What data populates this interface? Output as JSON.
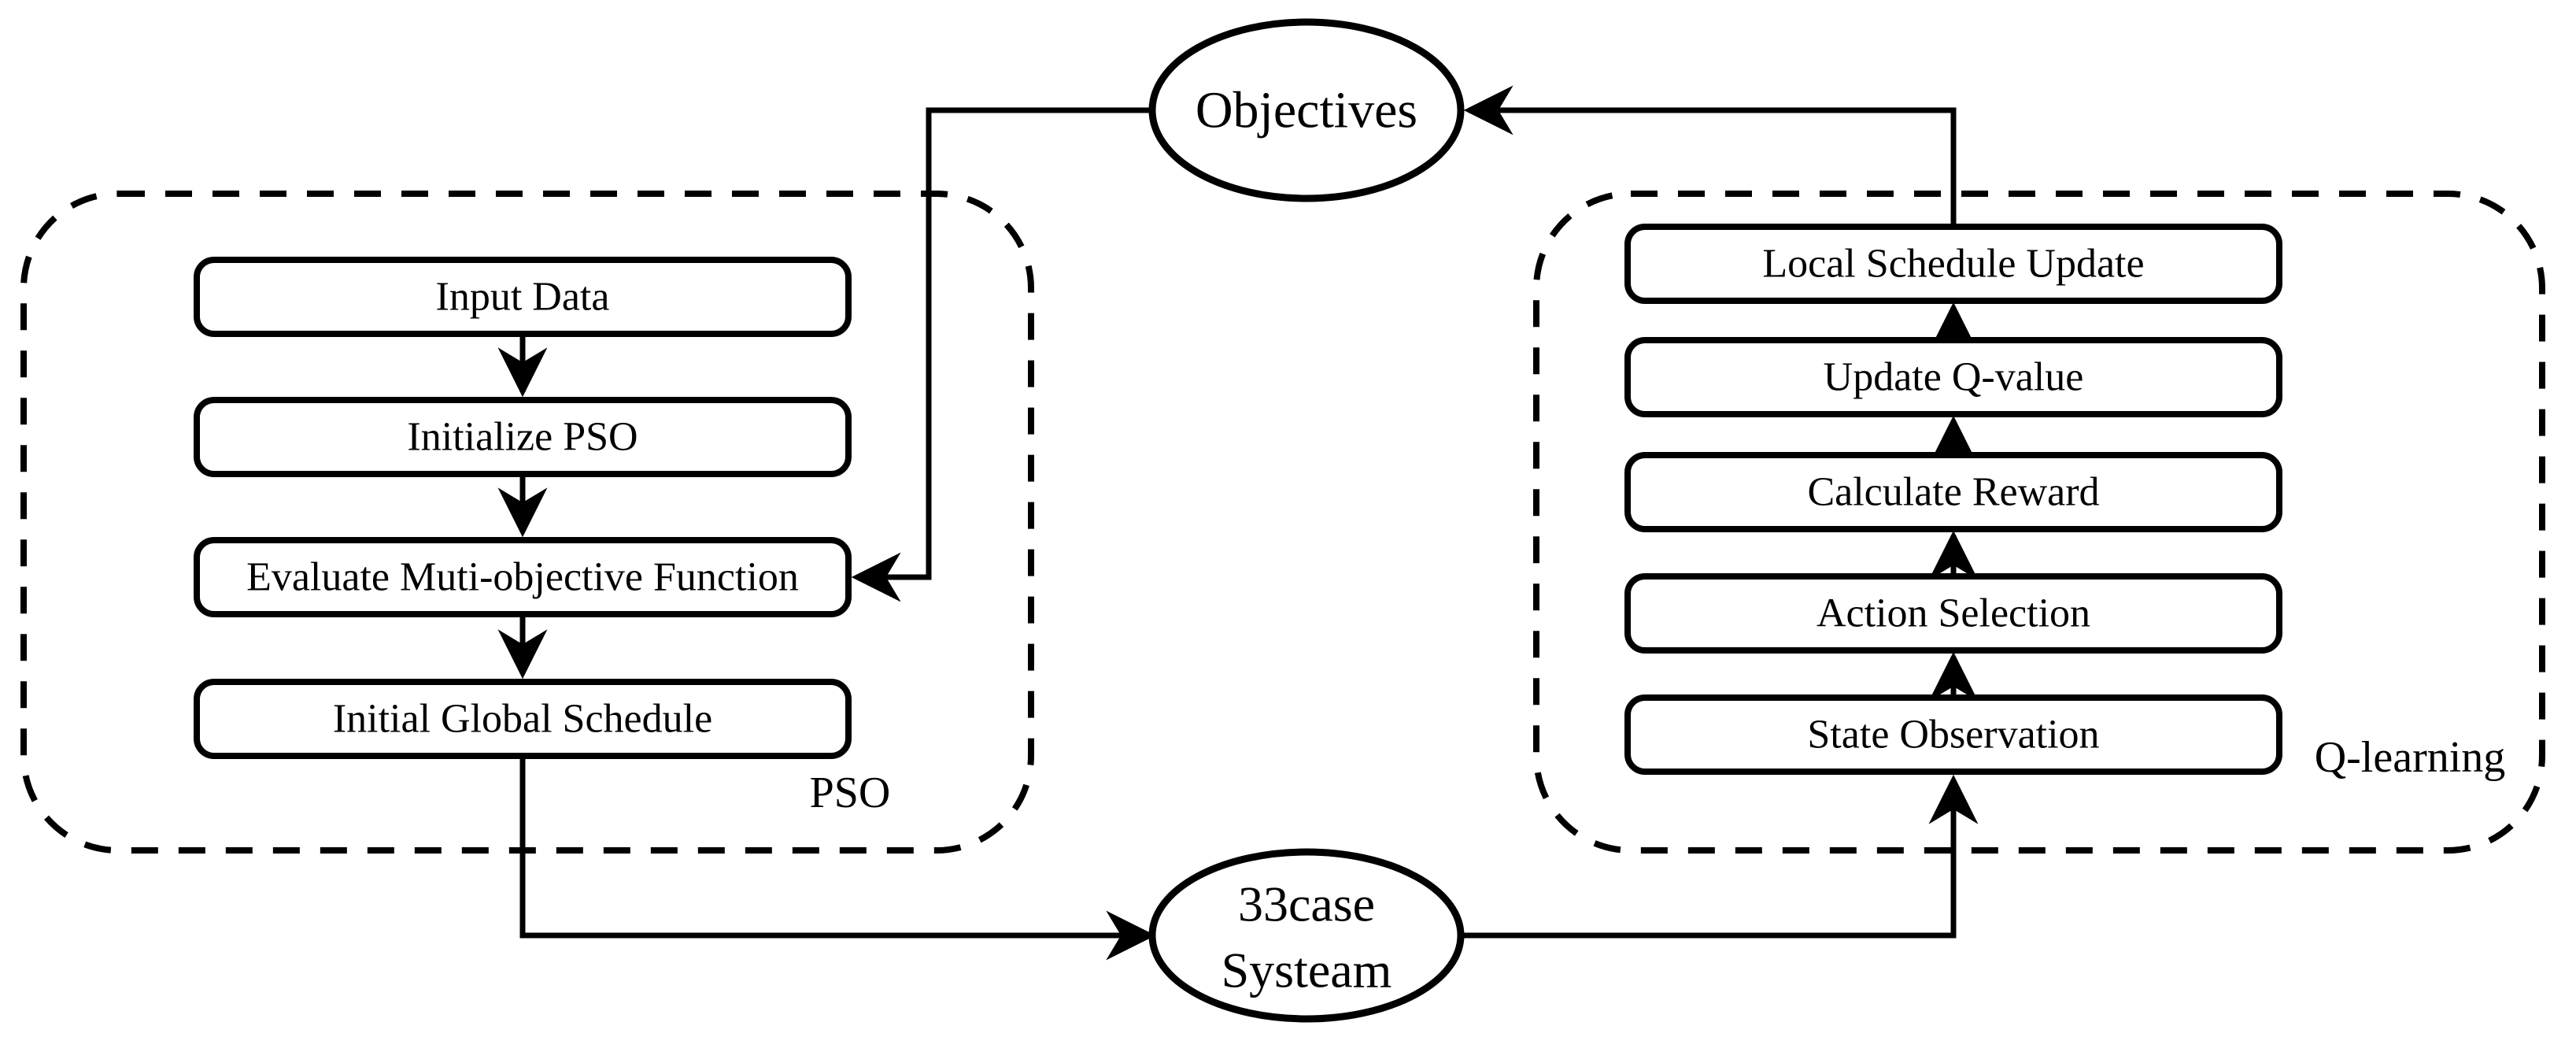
{
  "diagram": {
    "colors": {
      "ink": "#000000",
      "background": "#ffffff",
      "box_fill": "#ffffff"
    },
    "objectives_node": {
      "label": "Objectives"
    },
    "system_node": {
      "label_line1": "33case",
      "label_line2": "Systeam"
    },
    "pso_group": {
      "label": "PSO",
      "steps": [
        {
          "label": "Input Data"
        },
        {
          "label": "Initialize PSO"
        },
        {
          "label": "Evaluate Muti-objective Function"
        },
        {
          "label": "Initial Global Schedule"
        }
      ]
    },
    "qlearning_group": {
      "label": "Q-learning",
      "steps": [
        {
          "label": "State Observation"
        },
        {
          "label": "Action Selection"
        },
        {
          "label": "Calculate Reward"
        },
        {
          "label": "Update Q-value"
        },
        {
          "label": "Local Schedule Update"
        }
      ]
    }
  }
}
